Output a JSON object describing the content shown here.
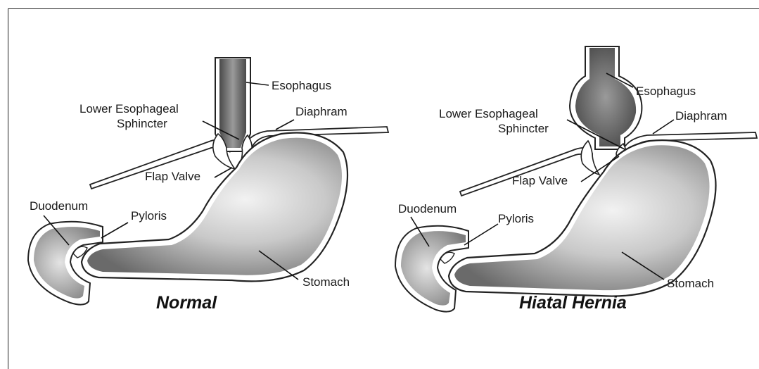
{
  "normal": {
    "caption": "Normal",
    "labels": {
      "esophagus": "Esophagus",
      "les_line1": "Lower Esophageal",
      "les_line2": "Sphincter",
      "diaphram": "Diaphram",
      "flap_valve": "Flap Valve",
      "duodenum": "Duodenum",
      "pyloris": "Pyloris",
      "stomach": "Stomach"
    }
  },
  "hernia": {
    "caption": "Hiatal Hernia",
    "labels": {
      "esophagus": "Esophagus",
      "les_line1": "Lower Esophageal",
      "les_line2": "Sphincter",
      "diaphram": "Diaphram",
      "flap_valve": "Flap Valve",
      "duodenum": "Duodenum",
      "pyloris": "Pyloris",
      "stomach": "Stomach"
    }
  }
}
